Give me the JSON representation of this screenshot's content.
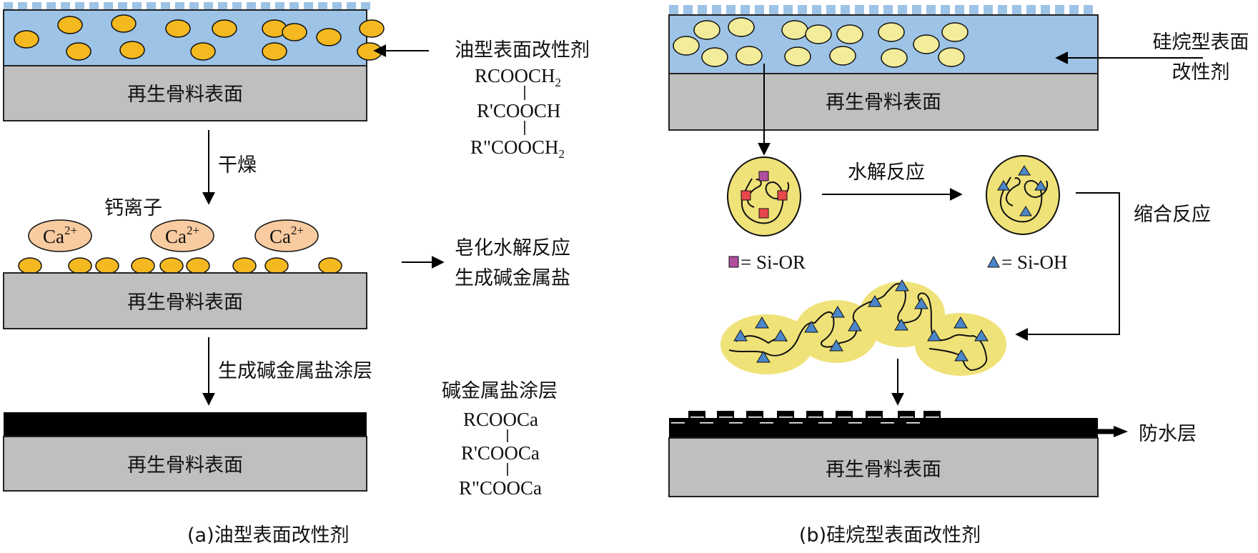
{
  "colors": {
    "water": "#9dc3e6",
    "substrate": "#bfbfbf",
    "oil_particle": "#f4b920",
    "silane_particle": "#f3ec9a",
    "calcium_ion": "#f8cba0",
    "cluster": "#efe278",
    "si_or_marker": "#b04fa0",
    "si_or_red": "#e8474b",
    "si_oh_marker": "#4a86c8",
    "coating": "#000000"
  },
  "panel_a": {
    "caption": "(a)油型表面改性剂",
    "substrate_label": "再生骨料表面",
    "modifier_label": "油型表面改性剂",
    "modifier_formula": [
      "RCOOCH",
      "R'COOCH",
      "R\"COOCH"
    ],
    "modifier_formula_subscripts": [
      "2",
      "",
      "2"
    ],
    "step1_label": "干燥",
    "calcium_label": "钙离子",
    "calcium_ion": "Ca",
    "calcium_charge": "2+",
    "reaction_label_line1": "皂化水解反应",
    "reaction_label_line2": "生成碱金属盐",
    "step2_label": "生成碱金属盐涂层",
    "coating_label": "碱金属盐涂层",
    "coating_formula": [
      "RCOOCa",
      "R'COOCa",
      "R\"COOCa"
    ]
  },
  "panel_b": {
    "caption": "(b)硅烷型表面改性剂",
    "substrate_label": "再生骨料表面",
    "modifier_label_line1": "硅烷型表面",
    "modifier_label_line2": "改性剂",
    "hydrolysis_label": "水解反应",
    "condensation_label": "缩合反应",
    "legend_si_or": "= Si-OR",
    "legend_si_oh": "= Si-OH",
    "waterproof_label": "防水层"
  }
}
